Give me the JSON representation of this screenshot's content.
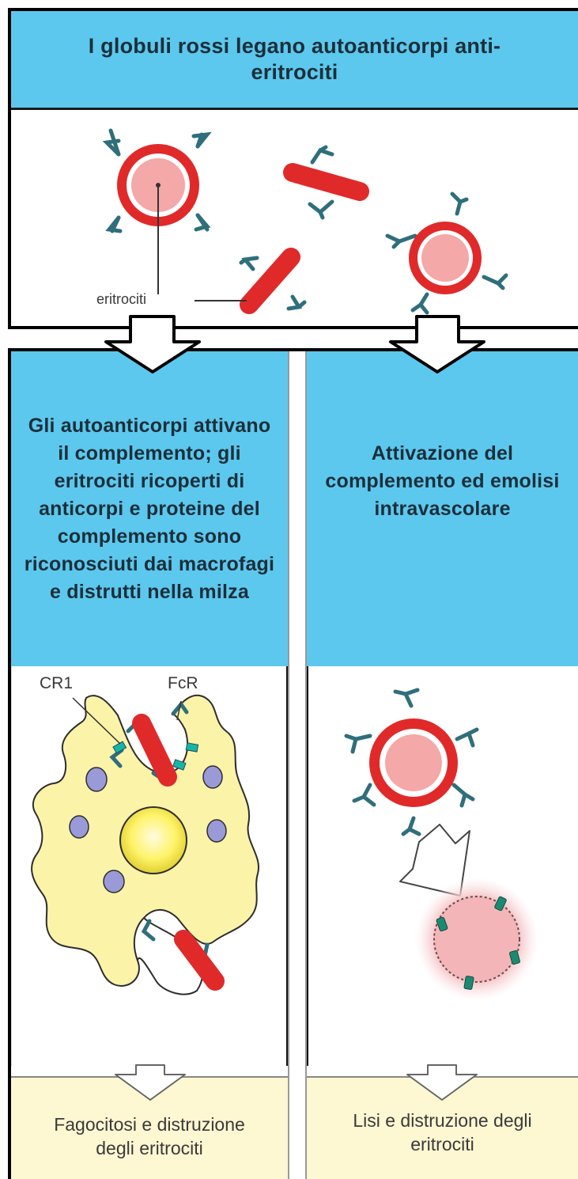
{
  "top_panel": {
    "title": "I globuli rossi legano autoanticorpi anti-eritrociti",
    "label_eritrociti": "eritrociti"
  },
  "left_column": {
    "header": "Gli autoanticorpi attivano il complemento; gli eritrociti ricoperti di anticorpi e proteine del complemento sono riconosciuti dai macrofagi e distrutti nella milza",
    "label_cr1": "CR1",
    "label_fcr": "FcR",
    "footer": "Fagocitosi e distruzione degli eritrociti"
  },
  "right_column": {
    "header": "Attivazione del complemento ed emolisi intravascolare",
    "footer": "Lisi e distruzione degli eritrociti"
  },
  "colors": {
    "header_blue": "#5cc8ee",
    "footer_cream": "#fdf7d2",
    "erythrocyte_red": "#e02a2a",
    "erythrocyte_core": "#f4b3b3",
    "antibody_teal": "#2f7d8c",
    "macrophage_yellow": "#fbf3a8",
    "nucleus_purple": "#9a9ad8",
    "lysed_pink": "#f6c9cb"
  }
}
